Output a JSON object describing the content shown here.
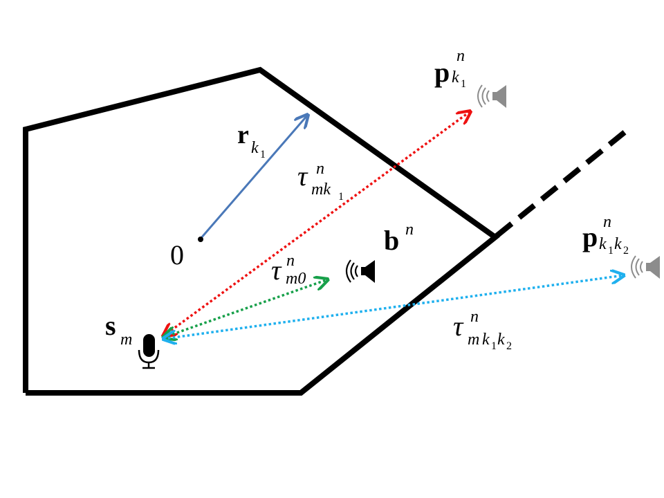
{
  "diagram": {
    "origin_label": "0",
    "reflector_vector": {
      "symbol": "r",
      "sub": "k",
      "subsub": "1"
    },
    "source": {
      "symbol": "b",
      "sup": "n"
    },
    "image_source_1": {
      "symbol": "p",
      "sup": "n",
      "sub": "k",
      "subsub": "1"
    },
    "image_source_2": {
      "symbol": "p",
      "sup": "n",
      "sub1": "k",
      "sub1sub": "1",
      "sub2": "k",
      "sub2sub": "2"
    },
    "sensor": {
      "symbol": "s",
      "sub": "m"
    },
    "tau_direct": {
      "symbol": "τ",
      "sup": "n",
      "sub": "m0"
    },
    "tau_first": {
      "symbol": "τ",
      "sup": "n",
      "sub": "mk",
      "subsub": "1"
    },
    "tau_second": {
      "symbol": "τ",
      "sup": "n",
      "sub_m": "m",
      "sub_k1": "k",
      "sub_k1sub": "1",
      "sub_k2": "k",
      "sub_k2sub": "2"
    }
  },
  "colors": {
    "wall": "#000000",
    "reflector_arrow": "#4a78b8",
    "path_first_order": "#ee1111",
    "path_direct": "#17a04a",
    "path_second_order": "#1fb0ee",
    "image_speaker": "#8c8c8c"
  },
  "icons": [
    "microphone-icon",
    "speaker-icon",
    "image-speaker-icon"
  ]
}
